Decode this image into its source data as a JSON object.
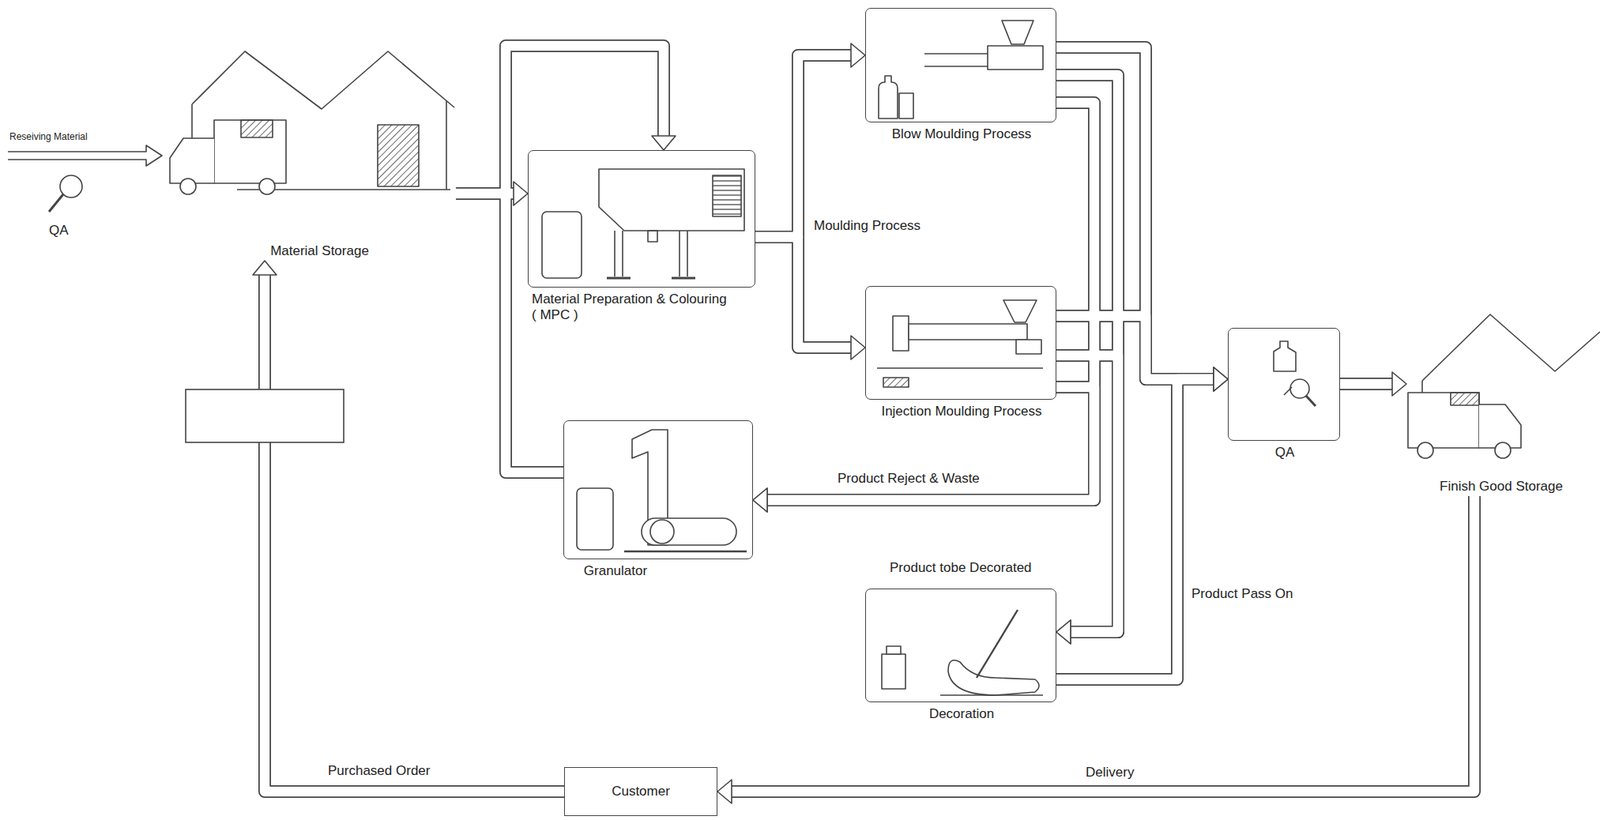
{
  "diagram": {
    "nodes": [
      {
        "text": [
          "Material Storage"
        ]
      },
      {
        "text": [
          "Material Preparation & Colouring ( MPC )"
        ]
      },
      {
        "text": [
          "Blow Moulding Process"
        ]
      },
      {
        "text": [
          "Injection Moulding Process"
        ]
      },
      {
        "text": [
          "Granulator"
        ]
      },
      {
        "text": [
          "QA"
        ]
      },
      {
        "text": [
          "Finish Good Storage"
        ]
      },
      {
        "text": [
          "Decoration"
        ]
      },
      {
        "text": [
          "Customer"
        ]
      }
    ],
    "edges": [
      {
        "from": 0,
        "to": 1,
        "arrow": "to"
      },
      {
        "from": 4,
        "to": 1,
        "arrow": "to"
      },
      {
        "from": 1,
        "to": 2,
        "arrow": "to"
      },
      {
        "from": 1,
        "to": 3,
        "arrow": "to"
      },
      {
        "from": 2,
        "to": 5,
        "arrow": "to"
      },
      {
        "from": 3,
        "to": 5,
        "arrow": "to"
      },
      {
        "from": 2,
        "to": 4,
        "arrow": "to"
      },
      {
        "from": 3,
        "to": 4,
        "label": "Product Reject & Waste",
        "arrow": "to"
      },
      {
        "from": 2,
        "to": 7,
        "arrow": "to"
      },
      {
        "from": 3,
        "to": 7,
        "label": "Product tobe Decorated",
        "arrow": "to"
      },
      {
        "from": 7,
        "to": 5,
        "label": "Product Pass On",
        "arrow": "to"
      },
      {
        "from": 5,
        "to": 6,
        "arrow": "to"
      },
      {
        "from": 6,
        "to": 8,
        "label": "Delivery",
        "arrow": "to"
      },
      {
        "from": 8,
        "to": 0,
        "label": "Purchased Order",
        "arrow": "to"
      }
    ],
    "labels": [
      "Reseiving Material",
      "QA",
      "Moulding Process"
    ]
  }
}
